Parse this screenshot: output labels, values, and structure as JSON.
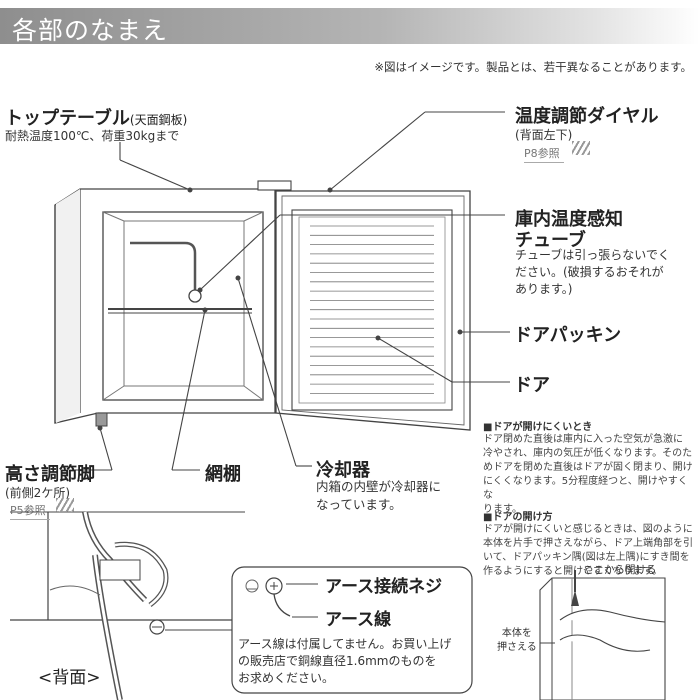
{
  "header": {
    "title": "各部のなまえ"
  },
  "note": "※図はイメージです。製品とは、若干異なることがあります。",
  "parts": {
    "top_table": {
      "label": "トップテーブル",
      "label_sub": "(天面鋼板)",
      "desc": "耐熱温度100℃、荷重30kgまで"
    },
    "dial": {
      "label": "温度調節ダイヤル",
      "sub": "(背面左下)",
      "ref": "P8参照"
    },
    "sensor": {
      "label_1": "庫内温度感知",
      "label_2": "チューブ",
      "desc_1": "チューブは引っ張らないでく",
      "desc_2": "ださい。(破損するおそれが",
      "desc_3": "あります。)"
    },
    "gasket": {
      "label": "ドアパッキン"
    },
    "door": {
      "label": "ドア"
    },
    "feet": {
      "label": "高さ調節脚",
      "sub": "(前側2ケ所)",
      "ref": "P5参照"
    },
    "shelf": {
      "label": "網棚"
    },
    "cooler": {
      "label": "冷却器",
      "desc_1": "内箱の内壁が冷却器に",
      "desc_2": "なっています。"
    }
  },
  "door_hard": {
    "heading": "■ドアが開けにくいとき",
    "lines": [
      "ドア閉めた直後は庫内に入った空気が急激に",
      "冷やされ、庫内の気圧が低くなります。そのた",
      "めドアを閉めた直後はドアが固く閉まり、開け",
      "にくくなります。5分程度経つと、開けやすくな",
      "ります。"
    ]
  },
  "door_open": {
    "heading": "■ドアの開け方",
    "lines": [
      "ドアが開けにくいと感じるときは、図のように",
      "本体を片手で押さえながら、ドア上端角部を引",
      "いて、ドアパッキン隅(図は左上隅)にすき間を",
      "作るようにすると開けやすくなります。"
    ]
  },
  "earth": {
    "screw_label": "アース接続ネジ",
    "wire_label": "アース線",
    "lines": [
      "アース線は付属してません。お買い上げ",
      "の販売店で銅線直径1.6mmのものを",
      "お求めください。"
    ]
  },
  "back_label": "<背面>",
  "open_here": "ここから開ける",
  "hold_body_1": "本体を",
  "hold_body_2": "押さえる"
}
